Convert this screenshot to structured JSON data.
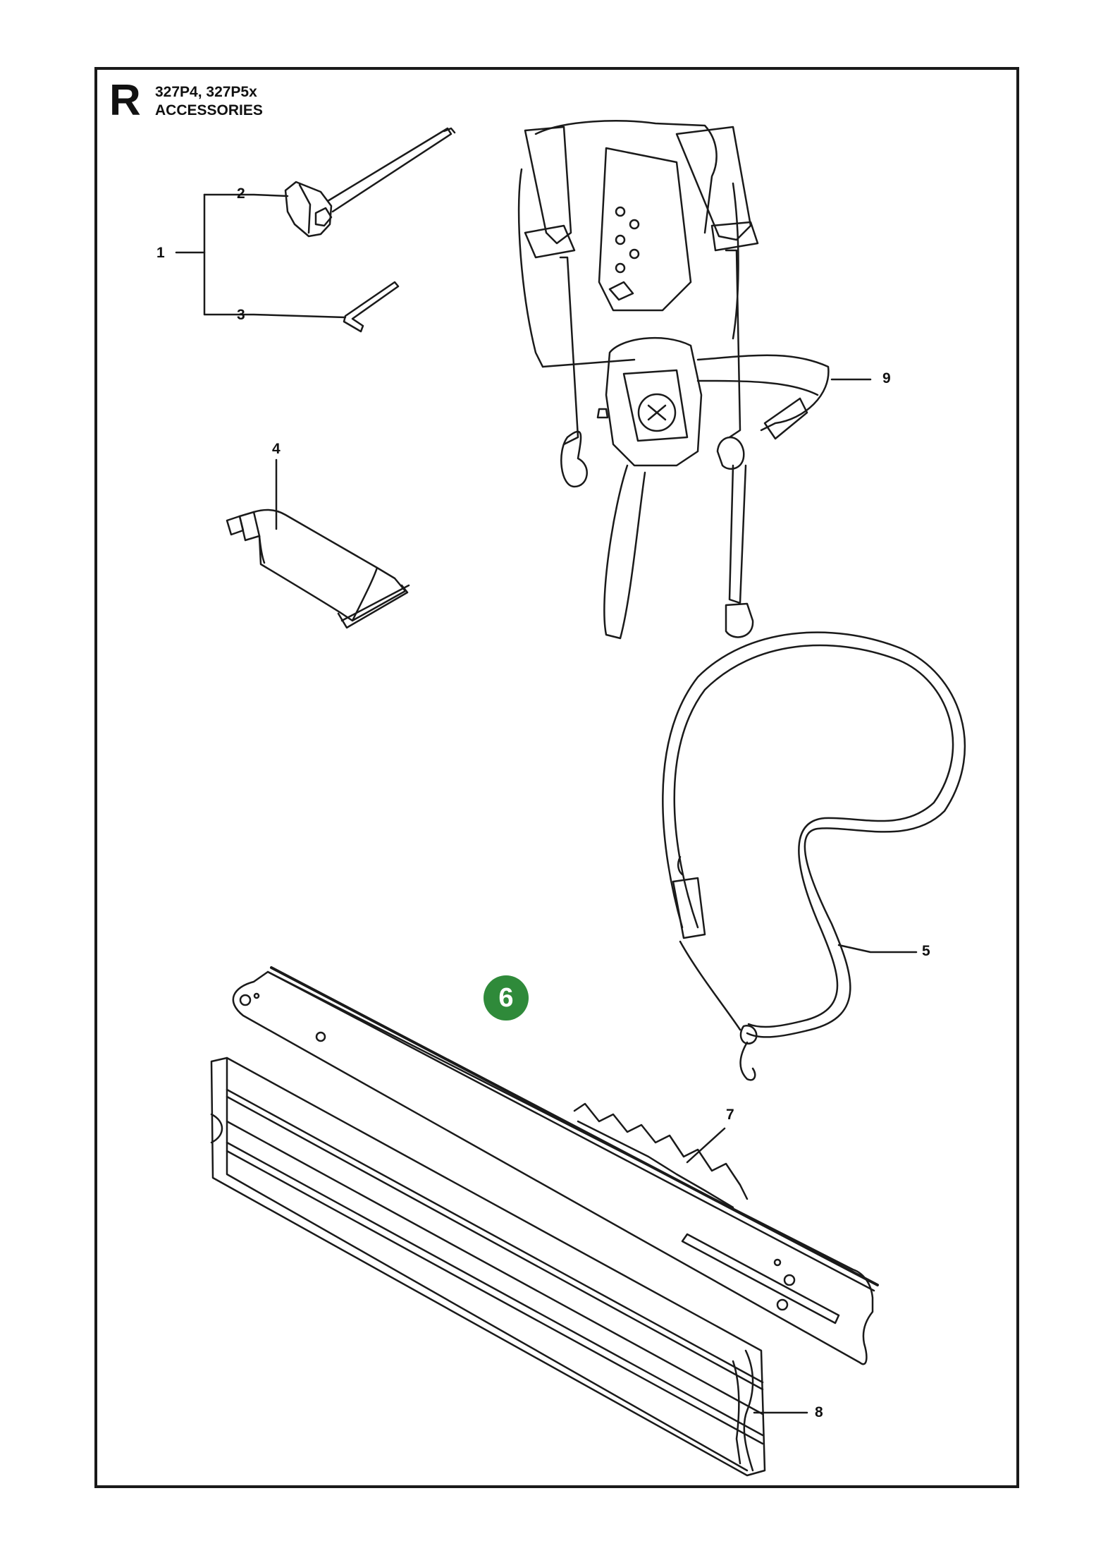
{
  "header": {
    "section_letter": "R",
    "models": "327P4, 327P5x",
    "title": "ACCESSORIES"
  },
  "callouts": {
    "c1": "1",
    "c2": "2",
    "c3": "3",
    "c4": "4",
    "c5": "5",
    "c6": "6",
    "c7": "7",
    "c8": "8",
    "c9": "9"
  },
  "colors": {
    "badge": "#2f8a3a",
    "line": "#1a1a1a"
  }
}
